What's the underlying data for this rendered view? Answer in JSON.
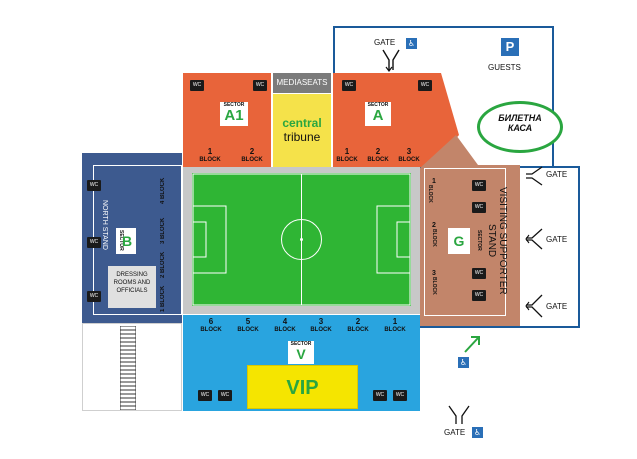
{
  "sectors": {
    "a1": {
      "label": "SECTOR",
      "name": "A1",
      "color": "#e8643a"
    },
    "a": {
      "label": "SECTOR",
      "name": "A",
      "color": "#e8643a"
    },
    "b": {
      "label": "SECTOR",
      "name": "B",
      "color": "#3d5a8f"
    },
    "g": {
      "label": "SECTOR",
      "name": "G",
      "color": "#c2856a"
    },
    "v": {
      "label": "SECTOR",
      "name": "V",
      "color": "#29a4df"
    }
  },
  "media_label": "MEDIASEATS",
  "central_tribune": {
    "line1": "central",
    "line2": "tribune"
  },
  "wc_label": "WC",
  "block_word": "BLOCK",
  "a1_blocks": [
    "1",
    "2"
  ],
  "a_blocks": [
    "1",
    "2",
    "3"
  ],
  "b_blocks": [
    "4",
    "3",
    "2",
    "1"
  ],
  "g_blocks": [
    "1",
    "2",
    "3"
  ],
  "v_blocks": [
    "6",
    "5",
    "4",
    "3",
    "2",
    "1"
  ],
  "north_stand_label": "NORTH STAND",
  "dressing_rooms": "DRESSING ROOMS AND OFFICIALS",
  "visiting_stand": "VISITING SUPPORTER STAND",
  "vip_label": "VIP",
  "guests_label": "GUESTS",
  "parking_icon": "P",
  "ticket_office": {
    "line1": "БИЛЕТНА",
    "line2": "КАСА"
  },
  "gate_label": "GATE",
  "accessible_icon": "wheelchair-icon",
  "colors": {
    "pitch": "#2fb534",
    "pitch_border": "#c8c8c8",
    "outline": "#1a5a9a",
    "green_accent": "#2aa640"
  }
}
